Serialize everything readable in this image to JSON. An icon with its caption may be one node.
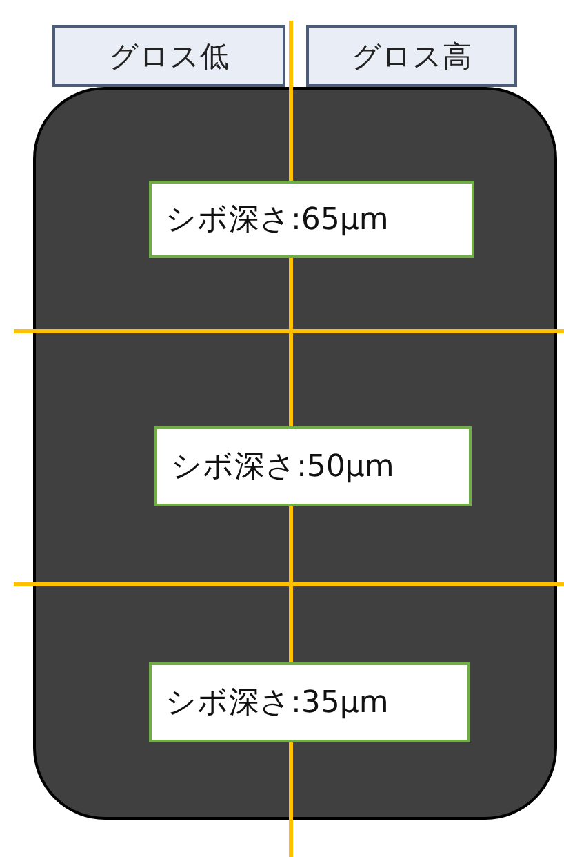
{
  "diagram": {
    "nodes": [
      {
        "text": [
          "グロス低"
        ]
      },
      {
        "text": [
          "グロス高"
        ]
      },
      {
        "text": [],
        "shape": "box"
      },
      {
        "text": [
          "シボ深さ:65μm"
        ],
        "in": 2
      },
      {
        "text": [
          "シボ深さ:50μm"
        ],
        "in": 2
      },
      {
        "text": [
          "シボ深さ:35μm"
        ],
        "in": 2
      }
    ]
  }
}
